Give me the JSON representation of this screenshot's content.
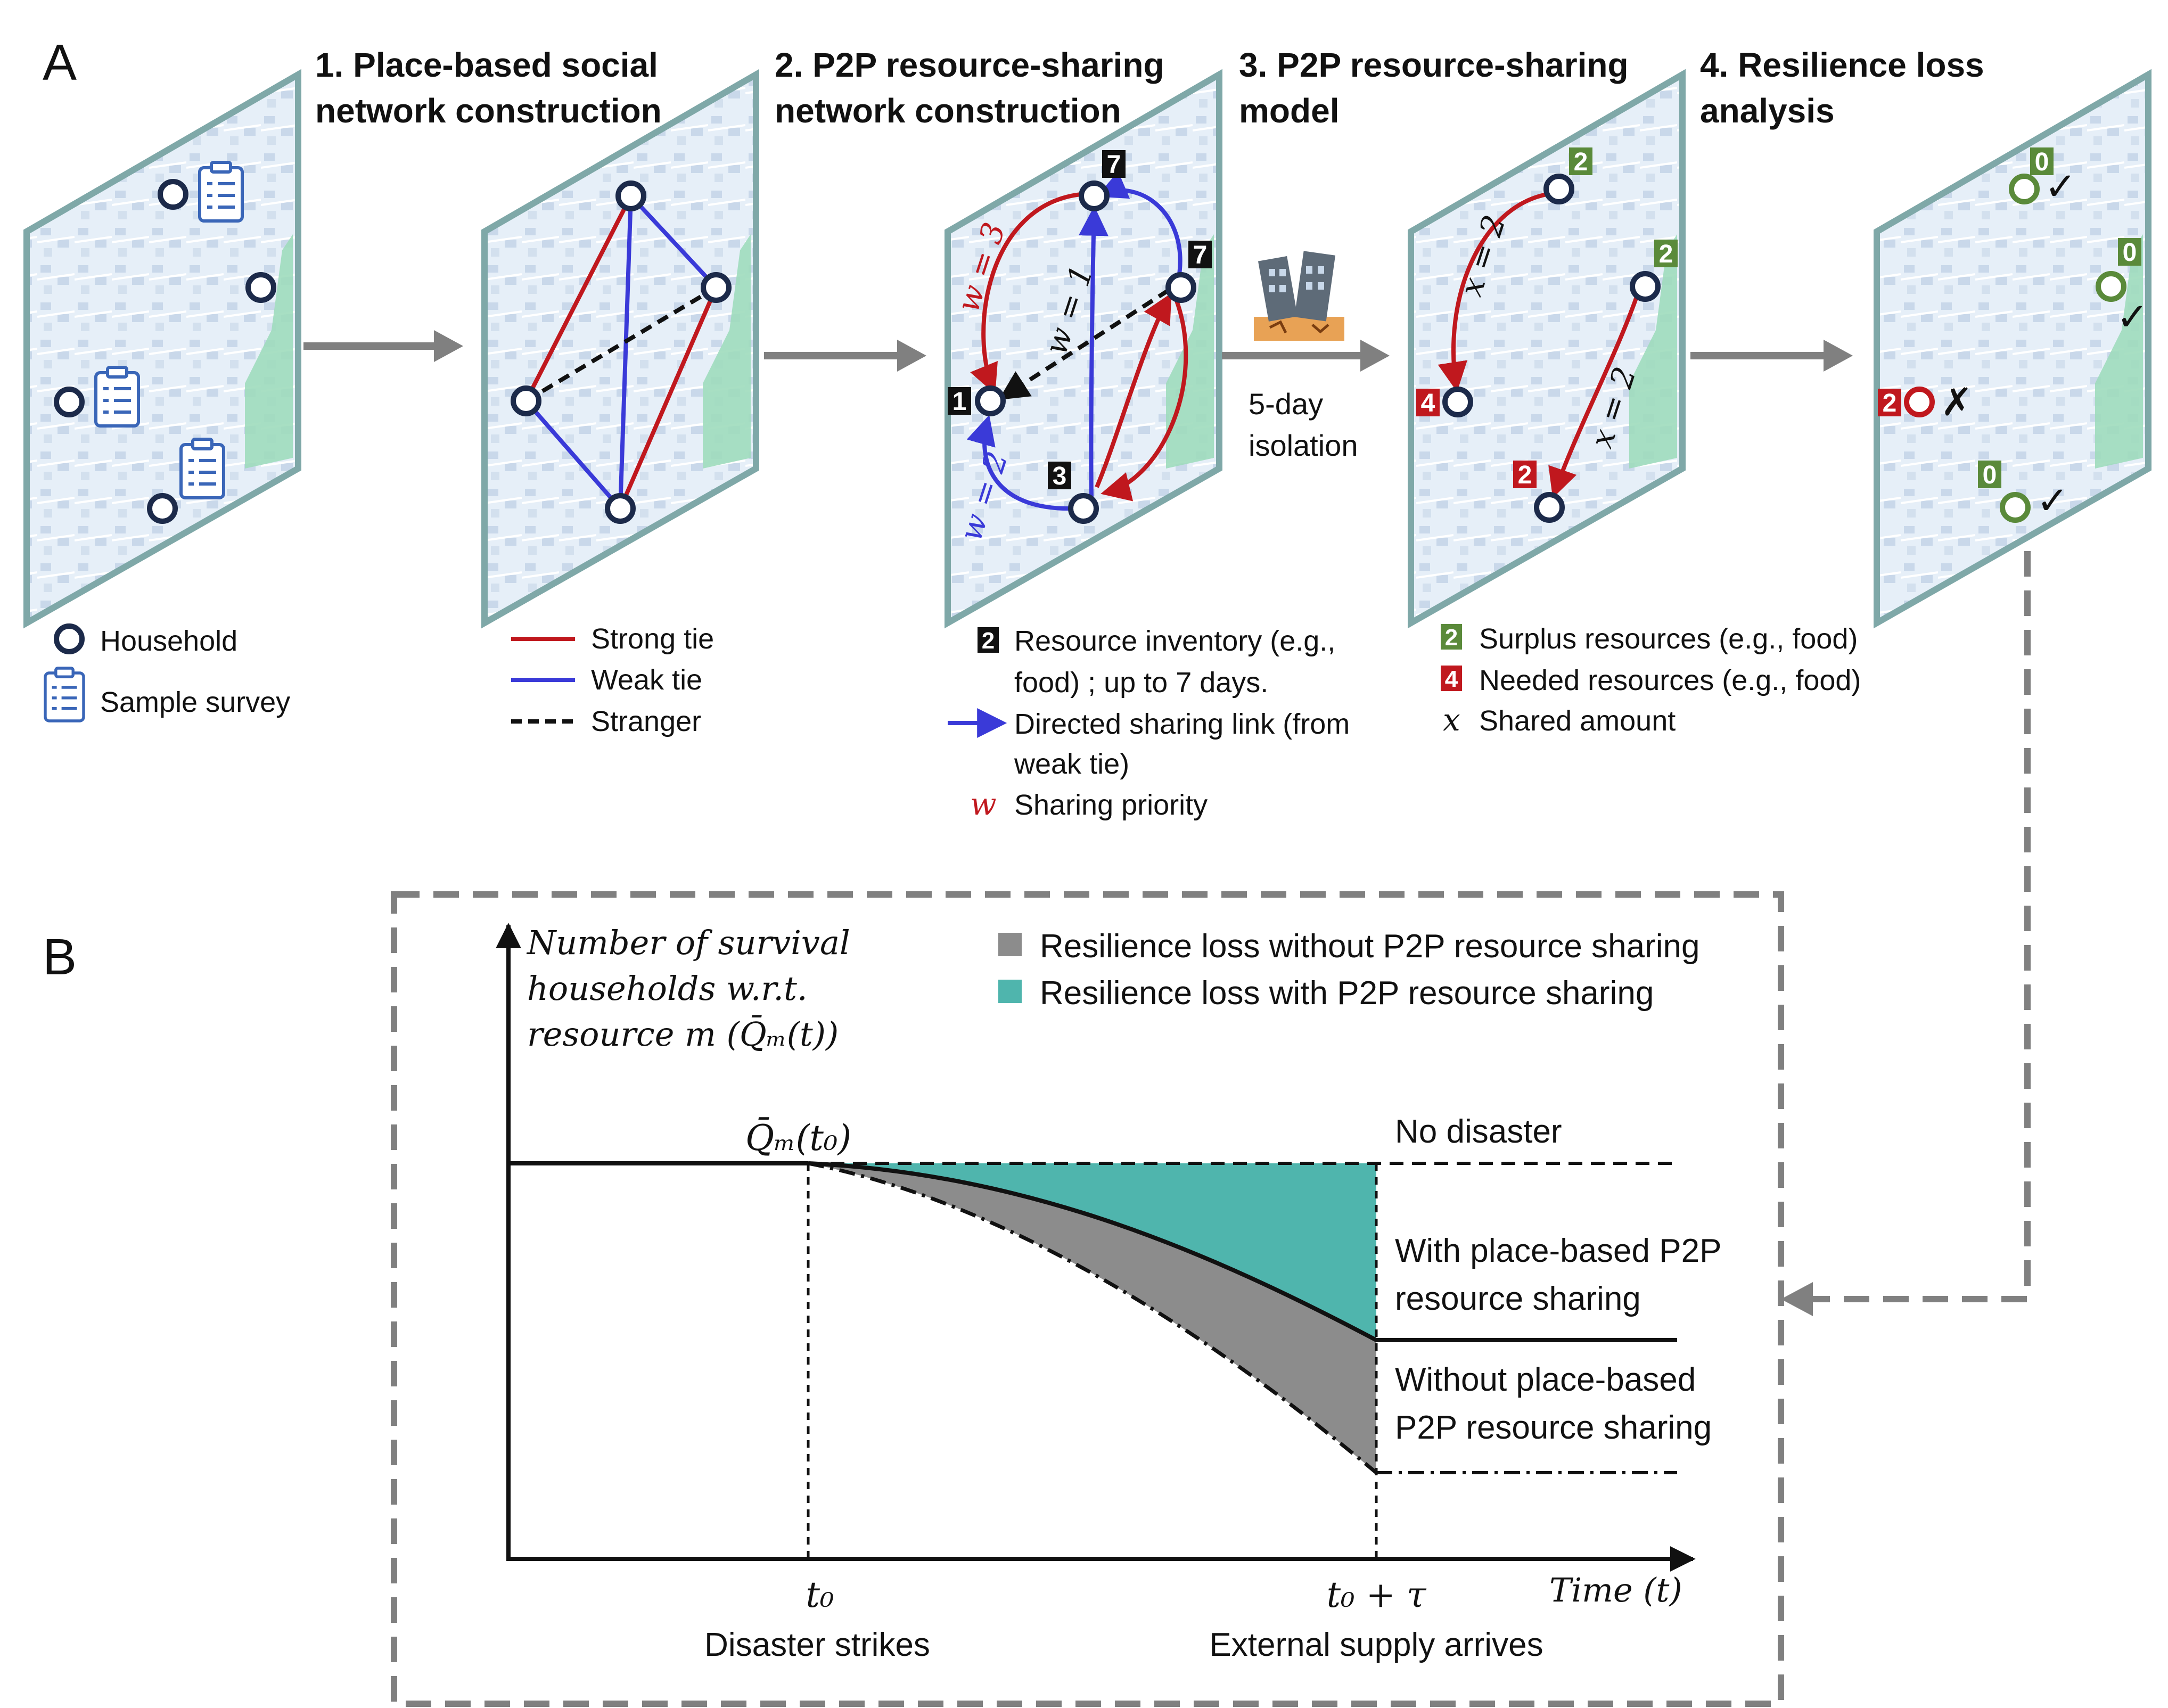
{
  "panel_a": {
    "label": "A",
    "steps": [
      {
        "line1": "1. Place-based social",
        "line2": "network construction"
      },
      {
        "line1": "2. P2P resource-sharing",
        "line2": "network construction"
      },
      {
        "line1": "3. P2P resource-sharing",
        "line2": "model"
      },
      {
        "line1": "4. Resilience loss",
        "line2": "analysis"
      }
    ],
    "isolation": {
      "line1": "5-day",
      "line2": "isolation"
    },
    "map2_nodes": [
      "1",
      "7",
      "7",
      "3"
    ],
    "map2_weights": [
      "w = 3",
      "w = 1",
      "w = 2"
    ],
    "map3_nodes": [
      "2",
      "2",
      "4",
      "2"
    ],
    "map3_amounts": [
      "x = 2",
      "x = 2"
    ],
    "map4_nodes": [
      "0",
      "0",
      "2",
      "0"
    ],
    "map4_marks": [
      "✓",
      "✓",
      "✗",
      "✓"
    ],
    "legend1": [
      "Household",
      "Sample survey"
    ],
    "legend2": [
      "Strong tie",
      "Weak tie",
      "Stranger"
    ],
    "legend3": {
      "badge": "2",
      "inventory1": "Resource inventory (e.g.,",
      "inventory2": "food) ; up to 7 days.",
      "link1": "Directed sharing link (from",
      "link2": "weak tie)",
      "w_symbol": "w",
      "priority": "Sharing priority"
    },
    "legend4": {
      "surplus_badge": "2",
      "surplus": "Surplus resources (e.g., food)",
      "needed_badge": "4",
      "needed": "Needed resources (e.g., food)",
      "x_symbol": "x",
      "shared": "Shared amount"
    },
    "colors": {
      "strong": "#c0181e",
      "weak": "#3a3ad8",
      "surplus": "#5a8a3a",
      "needed": "#c0181e",
      "map": "#e6eff8",
      "map_border": "#7fa8a8",
      "arrow": "#808080"
    }
  },
  "panel_b": {
    "label": "B",
    "ylabel": [
      "Number of survival",
      "households w.r.t.",
      "resource m (Q̄ₘ(t))"
    ],
    "xlabel": "Time (t)",
    "q0_label": "Q̄ₘ(t₀)",
    "legend": [
      {
        "label": "Resilience loss without P2P resource sharing",
        "color": "#8c8c8c"
      },
      {
        "label": "Resilience loss with P2P resource sharing",
        "color": "#4fb5ad"
      }
    ],
    "annotations": {
      "no_disaster": "No disaster",
      "with1": "With place-based P2P",
      "with2": "resource sharing",
      "without1": "Without place-based",
      "without2": "P2P resource sharing"
    },
    "ticks": [
      {
        "label": "t₀",
        "caption": "Disaster strikes"
      },
      {
        "label": "t₀ + τ",
        "caption": "External supply arrives"
      }
    ]
  },
  "chart_data": {
    "type": "line",
    "title": "",
    "xlabel": "Time (t)",
    "ylabel": "Number of survival households w.r.t. resource m (Q̄ₘ(t))",
    "x": [
      "t₀",
      "t₀ + τ"
    ],
    "series": [
      {
        "name": "No disaster",
        "values": [
          1.0,
          1.0
        ]
      },
      {
        "name": "With place-based P2P resource sharing",
        "values": [
          1.0,
          0.6
        ]
      },
      {
        "name": "Without place-based P2P resource sharing",
        "values": [
          1.0,
          0.3
        ]
      }
    ],
    "grid": false
  }
}
